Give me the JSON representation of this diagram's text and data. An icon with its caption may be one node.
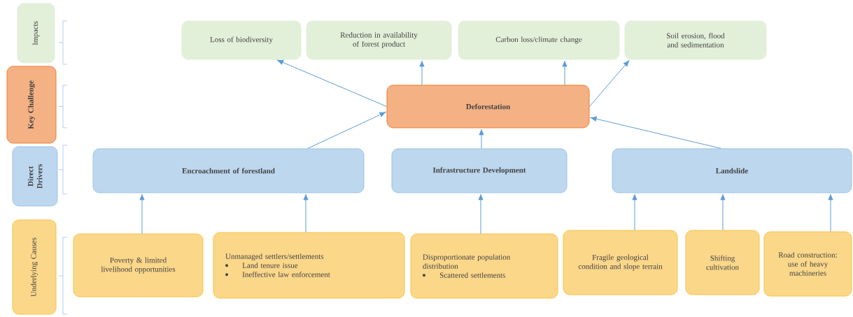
{
  "diagram": {
    "nodes": [
      {
        "text": [
          "Impacts"
        ]
      },
      {
        "text": [
          "Key Challenge"
        ]
      },
      {
        "text": [
          "Direct Drivers"
        ]
      },
      {
        "text": [
          "Underlying Causes"
        ]
      },
      {
        "text": [
          "Loss of biodiversity"
        ]
      },
      {
        "text": [
          "Reduction in availability of forest product"
        ]
      },
      {
        "text": [
          "Carbon loss/climate change"
        ]
      },
      {
        "text": [
          "Soil erosion, flood and sedimentation"
        ]
      },
      {
        "text": [
          "Deforestation"
        ]
      },
      {
        "text": [
          "Encroachment of forestland"
        ]
      },
      {
        "text": [
          "Infrastructure Development"
        ]
      },
      {
        "text": [
          "Landslide"
        ]
      },
      {
        "text": [
          "Poverty & limited livelihood opportunities"
        ]
      },
      {
        "text": [
          "Unmanaged settlers/settlements",
          "Land tenure issue",
          "Ineffective law enforcement"
        ]
      },
      {
        "text": [
          "Disproportionate population distribution",
          "Scattered settlements"
        ]
      },
      {
        "text": [
          "Fragile geological condition and slope terrain"
        ]
      },
      {
        "text": [
          "Shifting cultivation"
        ]
      },
      {
        "text": [
          "Road construction: use of heavy machineries"
        ]
      }
    ],
    "edges": [
      {
        "from": 8,
        "to": 4,
        "arrow": "to"
      },
      {
        "from": 8,
        "to": 5,
        "arrow": "to"
      },
      {
        "from": 8,
        "to": 6,
        "arrow": "to"
      },
      {
        "from": 8,
        "to": 7,
        "arrow": "to"
      },
      {
        "from": 9,
        "to": 8,
        "arrow": "to"
      },
      {
        "from": 10,
        "to": 8,
        "arrow": "to"
      },
      {
        "from": 11,
        "to": 8,
        "arrow": "to"
      },
      {
        "from": 12,
        "to": 9,
        "arrow": "to"
      },
      {
        "from": 13,
        "to": 9,
        "arrow": "to"
      },
      {
        "from": 14,
        "to": 10,
        "arrow": "to"
      },
      {
        "from": 15,
        "to": 11,
        "arrow": "to"
      },
      {
        "from": 16,
        "to": 11,
        "arrow": "to"
      },
      {
        "from": 17,
        "to": 11,
        "arrow": "to"
      }
    ]
  }
}
